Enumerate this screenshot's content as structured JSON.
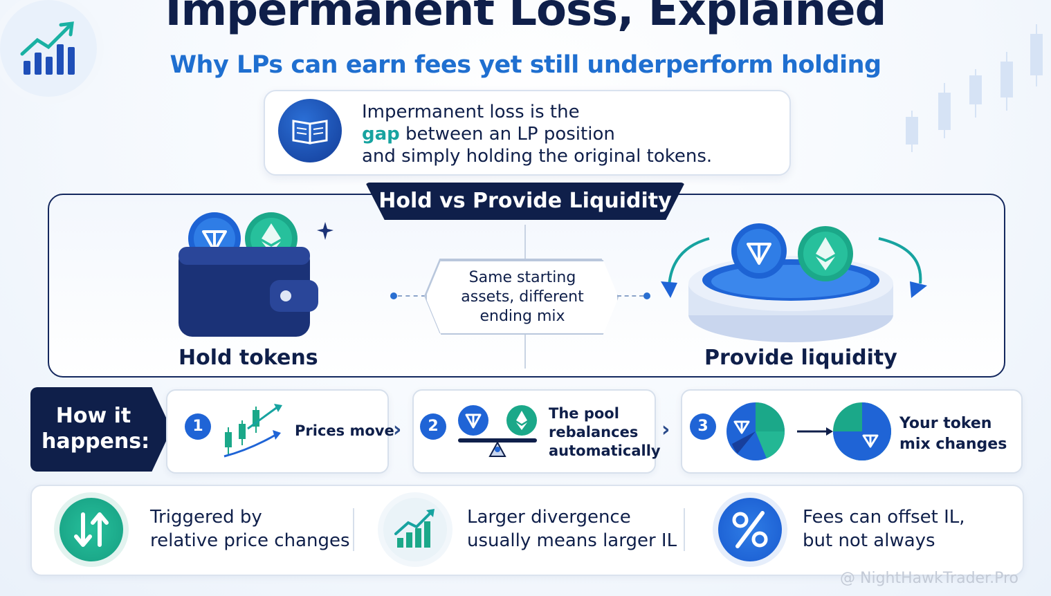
{
  "header": {
    "title": "Impermanent Loss, Explained",
    "subtitle": "Why LPs can earn fees yet still underperform holding"
  },
  "definition": {
    "icon": "book-icon",
    "line1": "Impermanent loss is the",
    "highlight": "gap",
    "line2_rest": " between an LP position",
    "line3": "and simply holding the original tokens."
  },
  "comparison": {
    "banner": "Hold vs Provide Liquidity",
    "center_label": "Same starting assets, different ending mix",
    "hold_label": "Hold tokens",
    "lp_label": "Provide liquidity"
  },
  "how": {
    "label_line1": "How it",
    "label_line2": "happens:",
    "steps": [
      {
        "number": "1",
        "text": "Prices move",
        "icon": "candlestick-chart-icon"
      },
      {
        "number": "2",
        "text_line1": "The pool",
        "text_line2": "rebalances",
        "text_line3": "automatically",
        "icon": "balance-scale-icon"
      },
      {
        "number": "3",
        "text_line1": "Your token",
        "text_line2": "mix changes",
        "icon": "pie-chart-icon"
      }
    ]
  },
  "facts": [
    {
      "line1": "Triggered by",
      "line2": "relative price changes",
      "icon": "up-down-arrows-icon",
      "color": "#1fae9a"
    },
    {
      "line1": "Larger divergence",
      "line2": "usually means larger IL",
      "icon": "growth-chart-icon",
      "color": "#1fae9a"
    },
    {
      "line1": "Fees can offset IL,",
      "line2": "but not always",
      "icon": "percent-icon",
      "color": "#1f64d6"
    }
  ],
  "watermark": "@ NightHawkTrader.Pro",
  "colors": {
    "navy": "#0f1f4a",
    "blue": "#1f64d6",
    "teal": "#17a3a0"
  }
}
